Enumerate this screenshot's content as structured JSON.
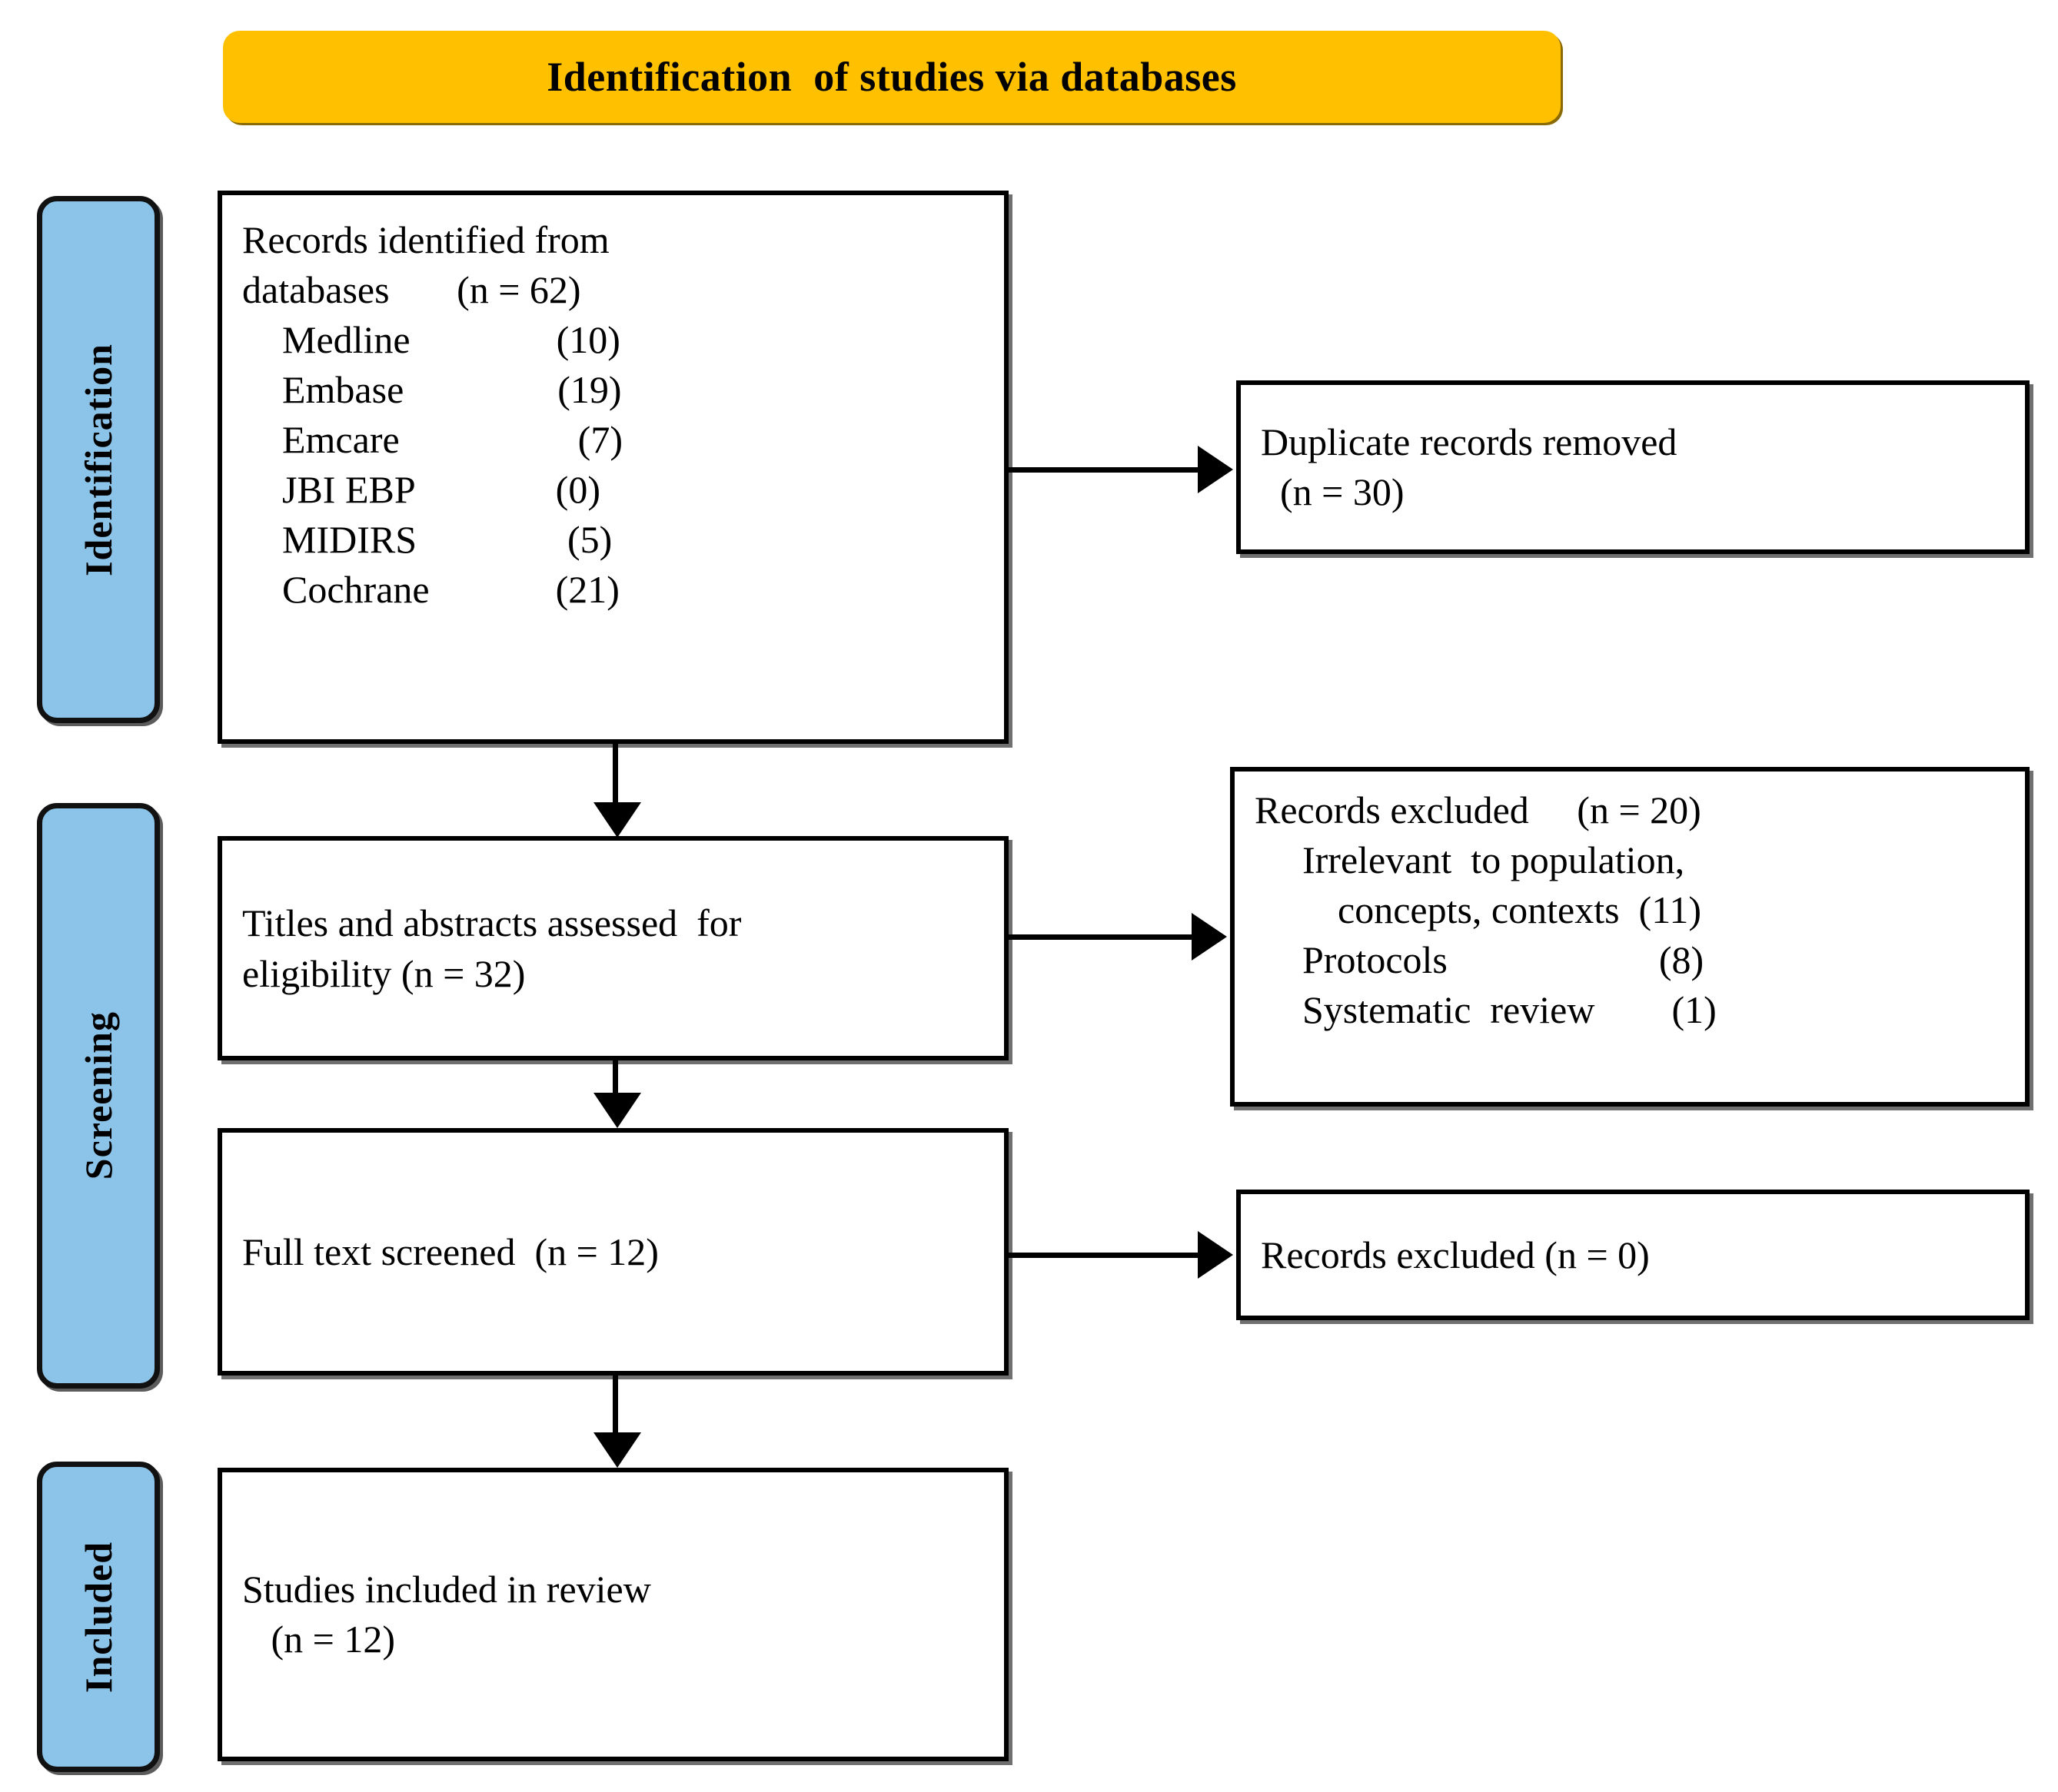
{
  "banner": {
    "title": "Identification  of studies via databases",
    "background_color": "#FFC000"
  },
  "stages": {
    "color": "#8BC4E8",
    "items": [
      {
        "label": "Identification"
      },
      {
        "label": "Screening"
      },
      {
        "label": "Included"
      }
    ]
  },
  "boxes": {
    "records_identified": {
      "lines": [
        "Records identified from",
        "databases       (n = 62)"
      ],
      "sources": [
        {
          "name": "Medline",
          "count": "(10)"
        },
        {
          "name": "Embase",
          "count": "(19)"
        },
        {
          "name": "Emcare",
          "count": "(7)"
        },
        {
          "name": "JBI EBP",
          "count": "(0)"
        },
        {
          "name": "MIDIRS",
          "count": "(5)"
        },
        {
          "name": "Cochrane",
          "count": "(21)"
        }
      ]
    },
    "duplicates_removed": {
      "line1": "Duplicate records removed",
      "line2": "  (n = 30)"
    },
    "titles_abstracts": {
      "line1": "Titles and abstracts assessed  for",
      "line2": "eligibility (n = 32)"
    },
    "records_excluded_20": {
      "line1": "Records excluded     (n = 20)",
      "line2": "Irrelevant  to population,",
      "line3": "concepts, contexts  (11)",
      "line4": "Protocols                      (8)",
      "line5": "Systematic  review        (1)"
    },
    "full_text_screened": {
      "line1": "Full text screened  (n = 12)"
    },
    "records_excluded_0": {
      "line1": "Records excluded (n = 0)"
    },
    "studies_included": {
      "line1": "Studies included in review",
      "line2": "   (n = 12)"
    }
  }
}
